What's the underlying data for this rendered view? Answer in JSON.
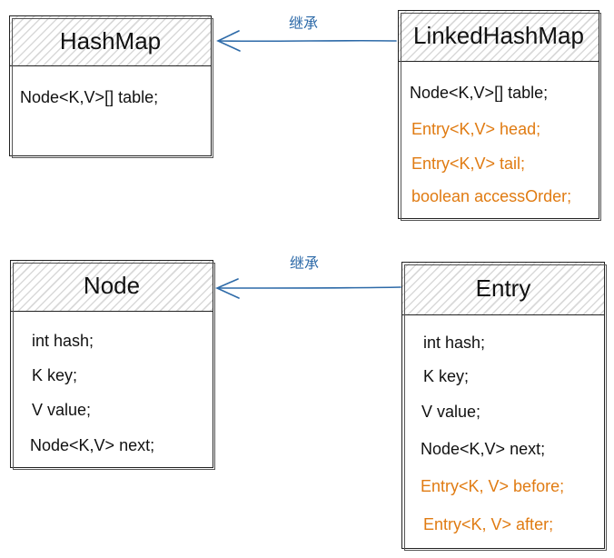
{
  "hashmap": {
    "title": "HashMap",
    "fields": [
      "Node<K,V>[] table;"
    ]
  },
  "linkedhashmap": {
    "title": "LinkedHashMap",
    "fields": [
      "Node<K,V>[] table;"
    ],
    "added_fields": [
      "Entry<K,V> head;",
      "Entry<K,V> tail;",
      "boolean accessOrder;"
    ]
  },
  "node": {
    "title": "Node",
    "fields": [
      "int hash;",
      "K key;",
      "V value;",
      "Node<K,V> next;"
    ]
  },
  "entry": {
    "title": "Entry",
    "fields": [
      "int hash;",
      "K key;",
      "V value;",
      "Node<K,V> next;"
    ],
    "added_fields": [
      "Entry<K, V> before;",
      "Entry<K, V> after;"
    ]
  },
  "relations": [
    {
      "label": "继承",
      "from": "LinkedHashMap",
      "to": "HashMap"
    },
    {
      "label": "继承",
      "from": "Entry",
      "to": "Node"
    }
  ],
  "colors": {
    "added_field": "#e07b12",
    "arrow": "#2d6aa8",
    "border": "#222222"
  }
}
